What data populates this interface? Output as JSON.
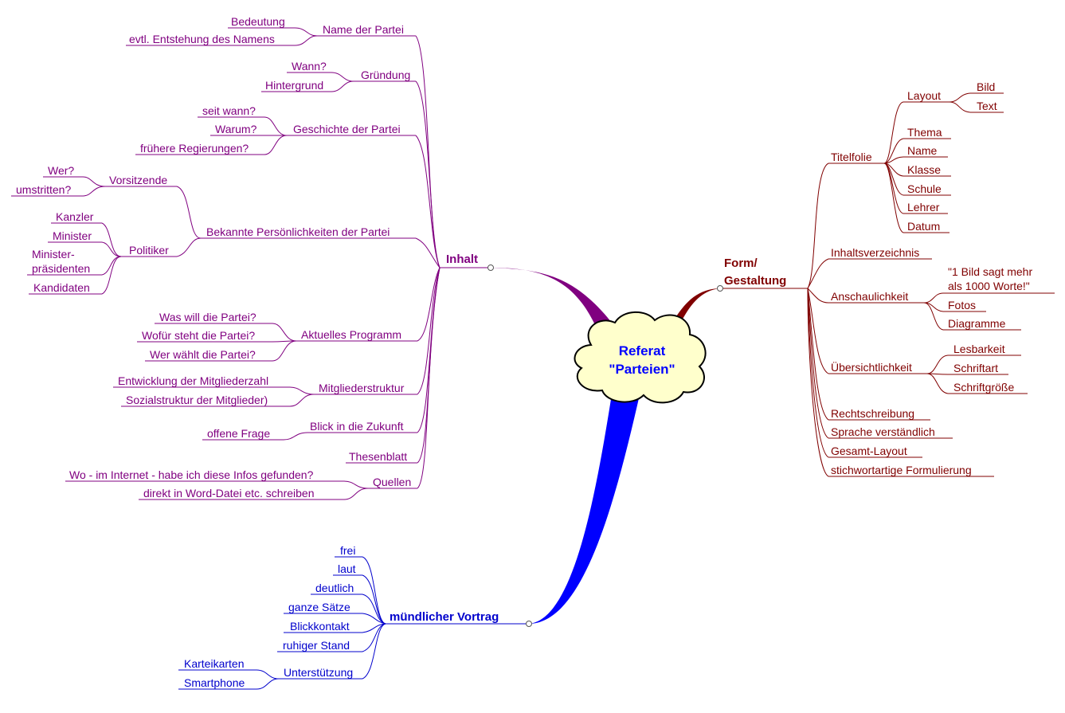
{
  "colors": {
    "inhalt": "#800080",
    "form": "#800000",
    "vortrag": "#0000cc",
    "cloud_fill": "#ffffcc",
    "center_text": "#0000ff"
  },
  "center": {
    "line1": "Referat",
    "line2": "\"Parteien\""
  },
  "branches": {
    "inhalt": {
      "label": "Inhalt",
      "topics": [
        {
          "label": "Name der Partei",
          "children": [
            "Bedeutung",
            "evtl. Entstehung des Namens"
          ]
        },
        {
          "label": "Gründung",
          "children": [
            "Wann?",
            "Hintergrund"
          ]
        },
        {
          "label": "Geschichte der Partei",
          "children": [
            "seit wann?",
            "Warum?",
            "frühere Regierungen?"
          ]
        },
        {
          "label": "Bekannte Persönlichkeiten der Partei",
          "children": [
            {
              "label": "Vorsitzende",
              "children": [
                "Wer?",
                "umstritten?"
              ]
            },
            {
              "label": "Politiker",
              "children": [
                "Kanzler",
                "Minister",
                "Minister-",
                "präsidenten",
                "Kandidaten"
              ]
            }
          ]
        },
        {
          "label": "Aktuelles Programm",
          "children": [
            "Was will die Partei?",
            "Wofür steht die Partei?",
            "Wer wählt die Partei?"
          ]
        },
        {
          "label": "Mitgliederstruktur",
          "children": [
            "Entwicklung der Mitgliederzahl",
            "Sozialstruktur der Mitglieder)"
          ]
        },
        {
          "label": "Blick in die Zukunft",
          "children": [
            "offene Frage"
          ]
        },
        {
          "label": "Thesenblatt",
          "children": []
        },
        {
          "label": "Quellen",
          "children": [
            "Wo - im Internet - habe ich diese Infos gefunden?",
            "direkt in Word-Datei etc. schreiben"
          ]
        }
      ]
    },
    "form": {
      "label_line1": "Form/",
      "label_line2": "Gestaltung",
      "topics": [
        {
          "label": "Titelfolie",
          "children": [
            {
              "label": "Layout",
              "children": [
                "Bild",
                "Text"
              ]
            },
            "Thema",
            "Name",
            "Klasse",
            "Schule",
            "Lehrer",
            "Datum"
          ]
        },
        {
          "label": "Inhaltsverzeichnis",
          "children": []
        },
        {
          "label": "Anschaulichkeit",
          "children": [
            "\"1 Bild sagt mehr",
            "als 1000 Worte!\"",
            "Fotos",
            "Diagramme"
          ]
        },
        {
          "label": "Übersichtlichkeit",
          "children": [
            "Lesbarkeit",
            "Schriftart",
            "Schriftgröße"
          ]
        },
        {
          "label": "Rechtschreibung",
          "children": []
        },
        {
          "label": "Sprache verständlich",
          "children": []
        },
        {
          "label": "Gesamt-Layout",
          "children": []
        },
        {
          "label": "stichwortartige Formulierung",
          "children": []
        }
      ]
    },
    "vortrag": {
      "label": "mündlicher Vortrag",
      "topics": [
        {
          "label": "frei"
        },
        {
          "label": "laut"
        },
        {
          "label": "deutlich"
        },
        {
          "label": "ganze Sätze"
        },
        {
          "label": "Blickkontakt"
        },
        {
          "label": "ruhiger Stand"
        },
        {
          "label": "Unterstützung",
          "children": [
            "Karteikarten",
            "Smartphone"
          ]
        }
      ]
    }
  }
}
